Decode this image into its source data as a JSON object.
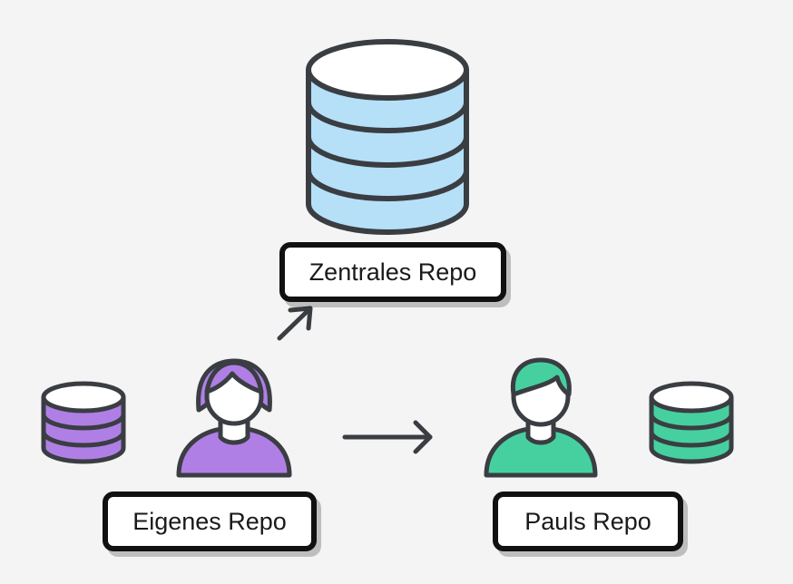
{
  "labels": {
    "central_repo": "Zentrales Repo",
    "own_repo": "Eigenes Repo",
    "paul_repo": "Pauls Repo"
  },
  "colors": {
    "background": "#f4f4f4",
    "outline": "#3a3d42",
    "central_db_fill": "#b5e0f8",
    "own_color": "#b07fe6",
    "paul_color": "#46d0a0",
    "skin": "#ffffff"
  },
  "icons": {
    "central_db": "database-icon",
    "own_db": "database-icon",
    "paul_db": "database-icon",
    "own_user": "user-icon",
    "paul_user": "user-icon",
    "arrows": "arrow-icon"
  }
}
